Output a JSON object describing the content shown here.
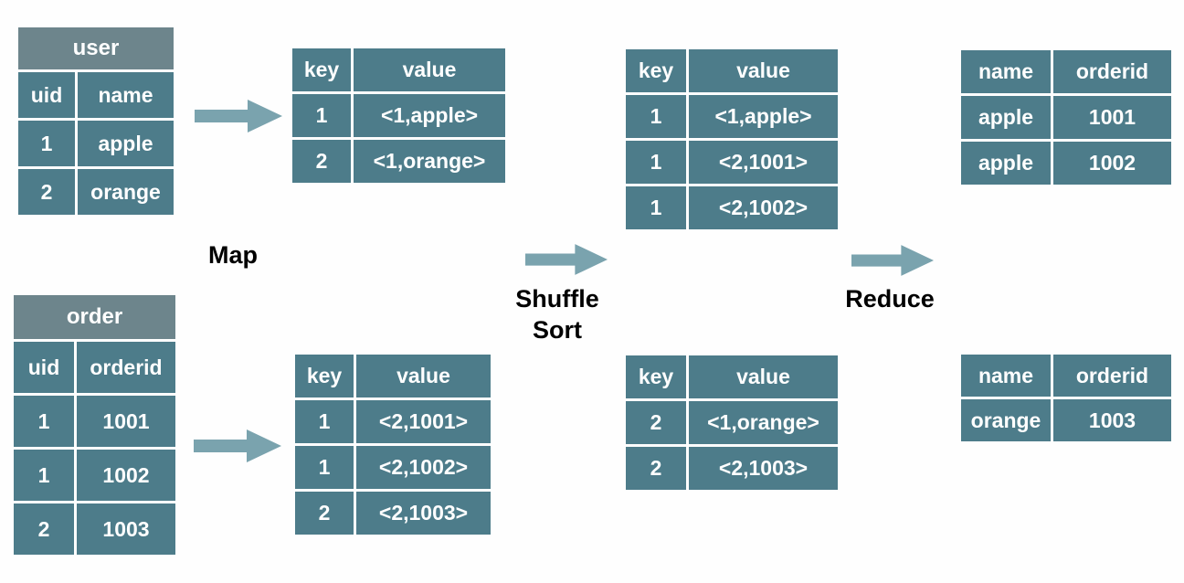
{
  "colors": {
    "background": "#fefefe",
    "cell_bg": "#4d7c8a",
    "title_bg": "#6d858c",
    "cell_text": "#ffffff",
    "label_text": "#000000",
    "arrow": "#7aa3ae",
    "divider": "#ffffff"
  },
  "labels": {
    "map": "Map",
    "shuffle": "Shuffle",
    "sort": "Sort",
    "reduce": "Reduce"
  },
  "icons": {
    "arrow_right": "right-arrow"
  },
  "tables": {
    "user": {
      "title": "user",
      "headers": [
        "uid",
        "name"
      ],
      "rows": [
        [
          "1",
          "apple"
        ],
        [
          "2",
          "orange"
        ]
      ]
    },
    "order": {
      "title": "order",
      "headers": [
        "uid",
        "orderid"
      ],
      "rows": [
        [
          "1",
          "1001"
        ],
        [
          "1",
          "1002"
        ],
        [
          "2",
          "1003"
        ]
      ]
    },
    "map_user": {
      "headers": [
        "key",
        "value"
      ],
      "rows": [
        [
          "1",
          "<1,apple>"
        ],
        [
          "2",
          "<1,orange>"
        ]
      ]
    },
    "map_order": {
      "headers": [
        "key",
        "value"
      ],
      "rows": [
        [
          "1",
          "<2,1001>"
        ],
        [
          "1",
          "<2,1002>"
        ],
        [
          "2",
          "<2,1003>"
        ]
      ]
    },
    "shuffle_key1": {
      "headers": [
        "key",
        "value"
      ],
      "rows": [
        [
          "1",
          "<1,apple>"
        ],
        [
          "1",
          "<2,1001>"
        ],
        [
          "1",
          "<2,1002>"
        ]
      ]
    },
    "shuffle_key2": {
      "headers": [
        "key",
        "value"
      ],
      "rows": [
        [
          "2",
          "<1,orange>"
        ],
        [
          "2",
          "<2,1003>"
        ]
      ]
    },
    "reduce_key1": {
      "headers": [
        "name",
        "orderid"
      ],
      "rows": [
        [
          "apple",
          "1001"
        ],
        [
          "apple",
          "1002"
        ]
      ]
    },
    "reduce_key2": {
      "headers": [
        "name",
        "orderid"
      ],
      "rows": [
        [
          "orange",
          "1003"
        ]
      ]
    }
  }
}
